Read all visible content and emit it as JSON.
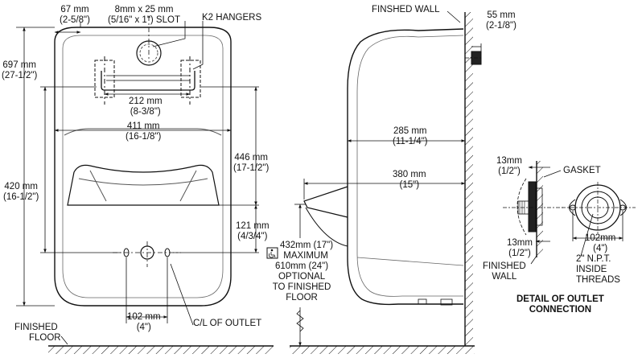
{
  "front": {
    "dim_67": "67 mm",
    "dim_67_in": "(2-5/8\")",
    "slot": "8mm x 25 mm",
    "slot_in": "(5/16\" x 1\") SLOT",
    "hangers": "K2 HANGERS",
    "dim_697": "697 mm",
    "dim_697_in": "(27-1/2\")",
    "dim_212": "212 mm",
    "dim_212_in": "(8-3/8\")",
    "dim_411": "411 mm",
    "dim_411_in": "(16-1/8\")",
    "dim_446": "446 mm",
    "dim_446_in": "(17-1/2\")",
    "dim_420": "420 mm",
    "dim_420_in": "(16-1/2\")",
    "dim_121": "121 mm",
    "dim_121_in": "(4/3/4\")",
    "dim_102": "102 mm",
    "dim_102_in": "(4\")",
    "outlet_cl": "C/L OF OUTLET",
    "floor_1": "FINISHED",
    "floor_2": "FLOOR"
  },
  "side": {
    "wall": "FINSHED WALL",
    "dim_55": "55 mm",
    "dim_55_in": "(2-1/8\")",
    "dim_285": "285 mm",
    "dim_285_in": "(11-1/4\")",
    "dim_380": "380 mm",
    "dim_380_in": "(15\")",
    "rim_1": "432mm (17\")",
    "rim_2": "MAXIMUM",
    "rim_3": "610mm (24\")",
    "rim_4": "OPTIONAL",
    "rim_5": "TO FINISHED",
    "rim_6": "FLOOR"
  },
  "detail": {
    "dim_13a": "13mm",
    "dim_13a_in": "(1/2\")",
    "gasket": "GASKET",
    "dim_13b": "13mm",
    "dim_13b_in": "(1/2\")",
    "wall_1": "FINISHED",
    "wall_2": "WALL",
    "dim_102": "102mm",
    "dim_102_in": "(4\")",
    "npt_1": "2\" N.P.T.",
    "npt_2": "INSIDE",
    "npt_3": "THREADS",
    "title_1": "DETAIL OF OUTLET",
    "title_2": "CONNECTION"
  }
}
